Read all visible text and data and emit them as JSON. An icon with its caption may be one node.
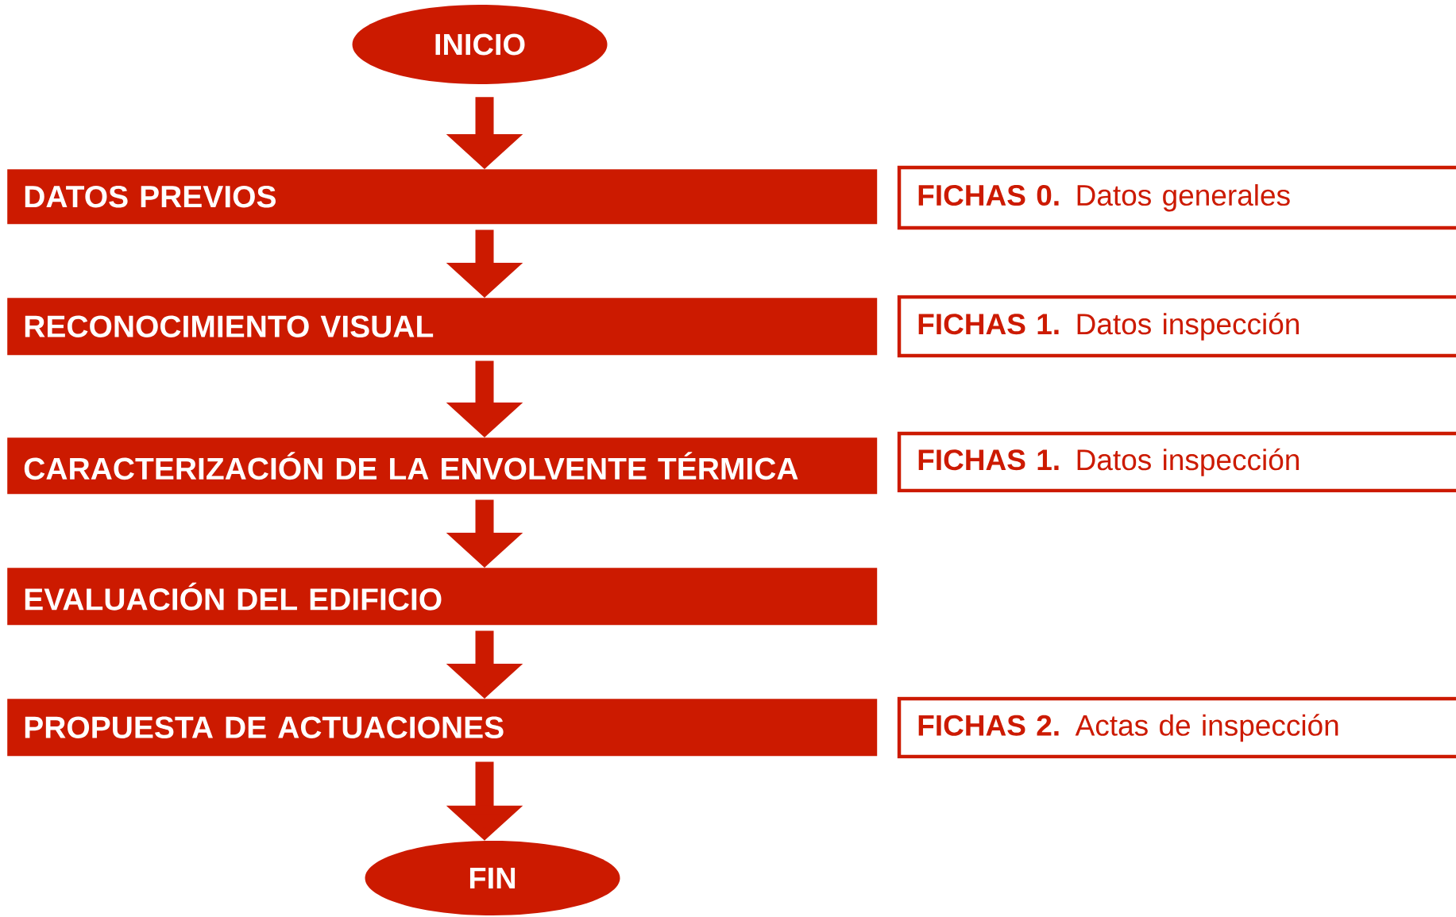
{
  "diagram": {
    "nodes": [
      {
        "text": [
          "INICIO"
        ]
      },
      {
        "text": [
          "DATOS PREVIOS"
        ]
      },
      {
        "text": [
          "**FICHAS 0.** Datos generales"
        ]
      },
      {
        "text": [
          "RECONOCIMIENTO VISUAL"
        ]
      },
      {
        "text": [
          "**FICHAS 1.** Datos inspección"
        ]
      },
      {
        "text": [
          "CARACTERIZACIÓN DE LA ENVOLVENTE TÉRMICA"
        ]
      },
      {
        "text": [
          "**FICHAS 1.** Datos inspección"
        ]
      },
      {
        "text": [
          "EVALUACIÓN DEL EDIFICIO"
        ]
      },
      {
        "text": [
          "PROPUESTA DE ACTUACIONES"
        ]
      },
      {
        "text": [
          "**FICHAS 2.** Actas de inspección"
        ]
      },
      {
        "text": [
          "FIN"
        ]
      }
    ],
    "edges": [
      {
        "from": 0,
        "to": 1,
        "arrow": "to"
      },
      {
        "from": 1,
        "to": 3,
        "arrow": "to"
      },
      {
        "from": 3,
        "to": 5,
        "arrow": "to"
      },
      {
        "from": 5,
        "to": 7,
        "arrow": "to"
      },
      {
        "from": 7,
        "to": 8,
        "arrow": "to"
      },
      {
        "from": 8,
        "to": 10,
        "arrow": "to"
      }
    ]
  }
}
